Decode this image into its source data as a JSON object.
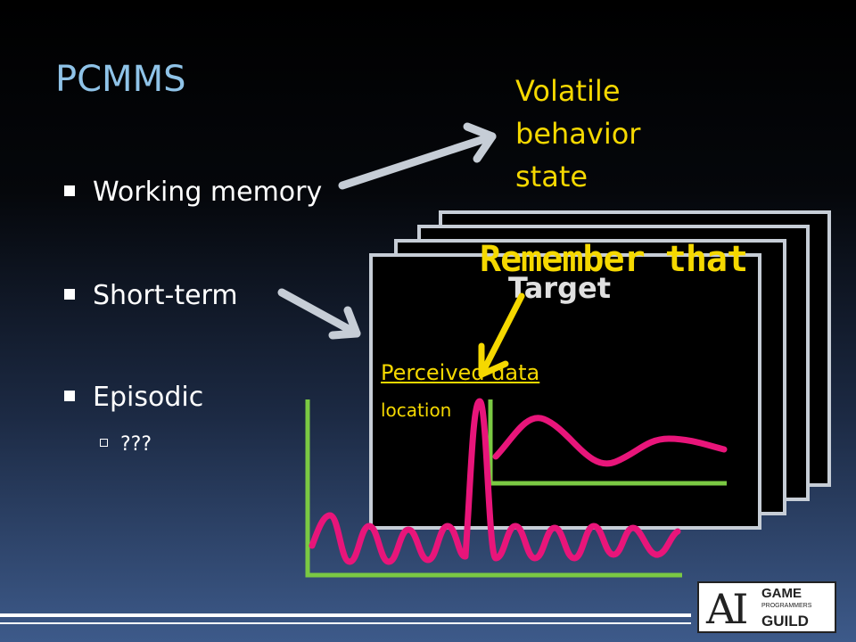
{
  "slide": {
    "title": "PCMMS",
    "bullets": [
      "Working memory",
      "Short-term",
      "Episodic"
    ],
    "sub_bullet": "???"
  },
  "diagram": {
    "volatile_label": [
      "Volatile",
      "behavior",
      "state"
    ],
    "card_title": "Target",
    "perceived_label": "Perceived data",
    "location_label": "location",
    "annotation": "Remember that"
  },
  "logo": {
    "ai": "AI",
    "game": "GAME",
    "programmers": "PROGRAMMERS",
    "guild": "GUILD"
  },
  "colors": {
    "title": "#8fc3e8",
    "highlight": "#f5d800",
    "wave": "#e8157a",
    "axis": "#7ac943",
    "arrow": "#c6cdd6"
  }
}
